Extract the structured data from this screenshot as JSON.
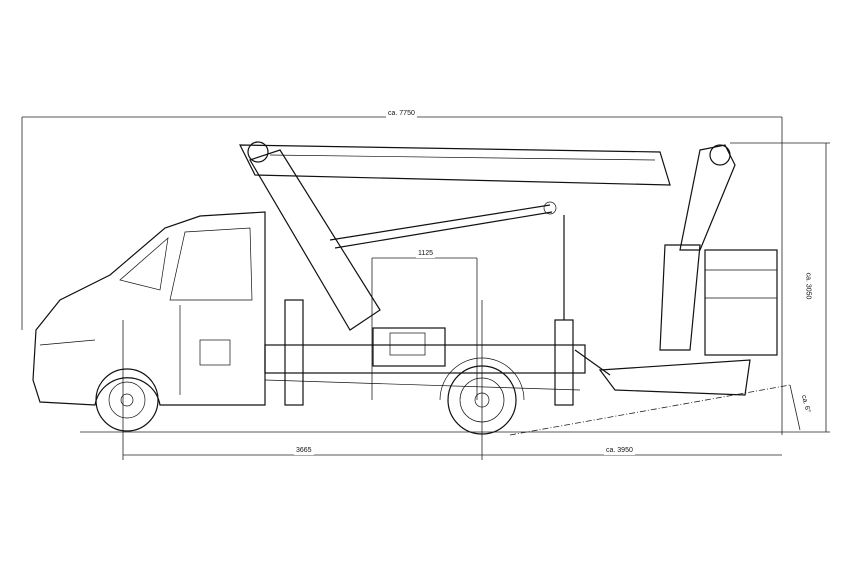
{
  "dimensions": {
    "overall_length": "ca. 7750",
    "outrigger_span": "1125",
    "wheelbase": "3665",
    "rear_overhang": "ca. 3950",
    "height": "ca. 3050",
    "angle": "ca. 6°"
  }
}
